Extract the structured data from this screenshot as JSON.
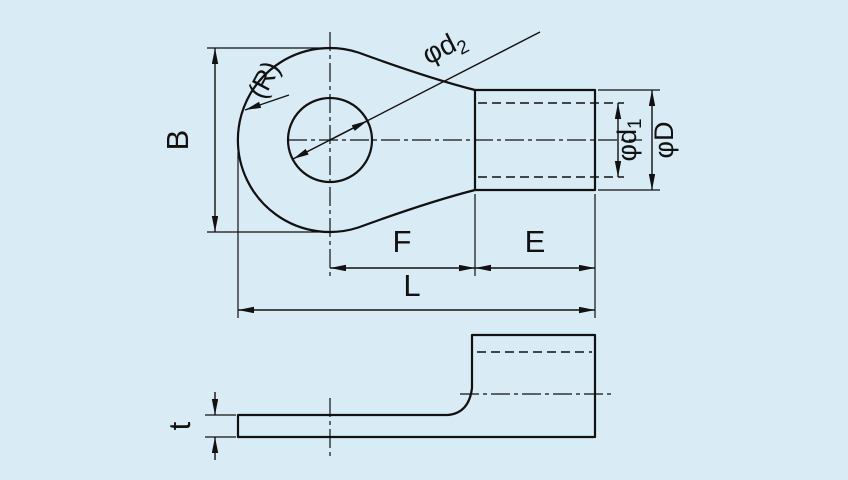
{
  "colors": {
    "background": "#d9ebf4",
    "line": "#111111"
  },
  "labels": {
    "B": "B",
    "R": "(R)",
    "phi_d2_base": "φd",
    "phi_d2_sub": "2",
    "phi_d1_base": "φd",
    "phi_d1_sub": "1",
    "phi_D": "φD",
    "F": "F",
    "E": "E",
    "L": "L",
    "t": "t"
  }
}
